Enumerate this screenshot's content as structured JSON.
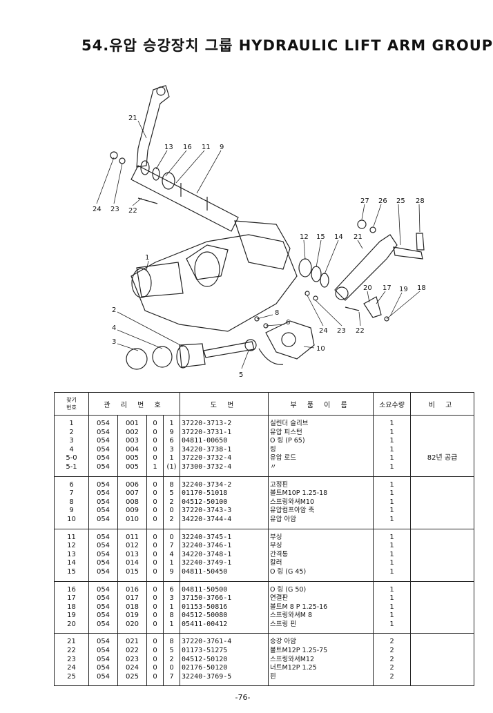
{
  "title": "54.유압 승강장치 그룹 HYDRAULIC LIFT ARM GROUP",
  "callouts": [
    "21",
    "13",
    "16",
    "11",
    "9",
    "24",
    "23",
    "22",
    "27",
    "26",
    "25",
    "28",
    "12",
    "15",
    "14",
    "21",
    "1",
    "20",
    "17",
    "19",
    "18",
    "2",
    "8",
    "6",
    "4",
    "24",
    "23",
    "22",
    "3",
    "10",
    "5"
  ],
  "table": {
    "headers": {
      "ref": [
        "찾기",
        "번호"
      ],
      "mgmt": "관 리 번 호",
      "drawing": "도 번",
      "name": "부 품 이 름",
      "qty": "소요수량",
      "remark": "비 고"
    },
    "groups": [
      [
        {
          "ref": "1",
          "m1": "054",
          "m2": "001",
          "m3": "0",
          "m4": "1",
          "dwg": "37220-3713-2",
          "name": "실린더 슬리브",
          "qty": "1",
          "remark": ""
        },
        {
          "ref": "2",
          "m1": "054",
          "m2": "002",
          "m3": "0",
          "m4": "9",
          "dwg": "37220-3731-1",
          "name": "유압 피스턴",
          "qty": "1",
          "remark": ""
        },
        {
          "ref": "3",
          "m1": "054",
          "m2": "003",
          "m3": "0",
          "m4": "6",
          "dwg": "04811-00650",
          "name": "O 링 (P 65)",
          "qty": "1",
          "remark": ""
        },
        {
          "ref": "4",
          "m1": "054",
          "m2": "004",
          "m3": "0",
          "m4": "3",
          "dwg": "34220-3738-1",
          "name": "링",
          "qty": "1",
          "remark": ""
        },
        {
          "ref": "5-0",
          "m1": "054",
          "m2": "005",
          "m3": "0",
          "m4": "1",
          "dwg": "37220-3732-4",
          "name": "유압 로드",
          "qty": "1",
          "remark": "82년 공급"
        },
        {
          "ref": "5-1",
          "m1": "054",
          "m2": "005",
          "m3": "1",
          "m4": "(1)",
          "dwg": "37300-3732-4",
          "name": "〃",
          "qty": "1",
          "remark": ""
        }
      ],
      [
        {
          "ref": "6",
          "m1": "054",
          "m2": "006",
          "m3": "0",
          "m4": "8",
          "dwg": "32240-3734-2",
          "name": "고정핀",
          "qty": "1",
          "remark": ""
        },
        {
          "ref": "7",
          "m1": "054",
          "m2": "007",
          "m3": "0",
          "m4": "5",
          "dwg": "01170-51018",
          "name": "볼트M10P 1.25-18",
          "qty": "1",
          "remark": ""
        },
        {
          "ref": "8",
          "m1": "054",
          "m2": "008",
          "m3": "0",
          "m4": "2",
          "dwg": "04512-50100",
          "name": "스프링와셔M10",
          "qty": "1",
          "remark": ""
        },
        {
          "ref": "9",
          "m1": "054",
          "m2": "009",
          "m3": "0",
          "m4": "0",
          "dwg": "37220-3743-3",
          "name": "유압컴프아암 축",
          "qty": "1",
          "remark": ""
        },
        {
          "ref": "10",
          "m1": "054",
          "m2": "010",
          "m3": "0",
          "m4": "2",
          "dwg": "34220-3744-4",
          "name": "유압 아암",
          "qty": "1",
          "remark": ""
        }
      ],
      [
        {
          "ref": "11",
          "m1": "054",
          "m2": "011",
          "m3": "0",
          "m4": "0",
          "dwg": "32240-3745-1",
          "name": "부싱",
          "qty": "1",
          "remark": ""
        },
        {
          "ref": "12",
          "m1": "054",
          "m2": "012",
          "m3": "0",
          "m4": "7",
          "dwg": "32240-3746-1",
          "name": "부싱",
          "qty": "1",
          "remark": ""
        },
        {
          "ref": "13",
          "m1": "054",
          "m2": "013",
          "m3": "0",
          "m4": "4",
          "dwg": "34220-3748-1",
          "name": "간격통",
          "qty": "1",
          "remark": ""
        },
        {
          "ref": "14",
          "m1": "054",
          "m2": "014",
          "m3": "0",
          "m4": "1",
          "dwg": "32240-3749-1",
          "name": "칼러",
          "qty": "1",
          "remark": ""
        },
        {
          "ref": "15",
          "m1": "054",
          "m2": "015",
          "m3": "0",
          "m4": "9",
          "dwg": "04811-50450",
          "name": "O 링 (G 45)",
          "qty": "1",
          "remark": ""
        }
      ],
      [
        {
          "ref": "16",
          "m1": "054",
          "m2": "016",
          "m3": "0",
          "m4": "6",
          "dwg": "04811-50500",
          "name": "O 링 (G 50)",
          "qty": "1",
          "remark": ""
        },
        {
          "ref": "17",
          "m1": "054",
          "m2": "017",
          "m3": "0",
          "m4": "3",
          "dwg": "37150-3766-1",
          "name": "연결판",
          "qty": "1",
          "remark": ""
        },
        {
          "ref": "18",
          "m1": "054",
          "m2": "018",
          "m3": "0",
          "m4": "1",
          "dwg": "01153-50816",
          "name": "볼트M 8 P 1.25-16",
          "qty": "1",
          "remark": ""
        },
        {
          "ref": "19",
          "m1": "054",
          "m2": "019",
          "m3": "0",
          "m4": "8",
          "dwg": "04512-50080",
          "name": "스프링와셔M 8",
          "qty": "1",
          "remark": ""
        },
        {
          "ref": "20",
          "m1": "054",
          "m2": "020",
          "m3": "0",
          "m4": "1",
          "dwg": "05411-00412",
          "name": "스프링 핀",
          "qty": "1",
          "remark": ""
        }
      ],
      [
        {
          "ref": "21",
          "m1": "054",
          "m2": "021",
          "m3": "0",
          "m4": "8",
          "dwg": "37220-3761-4",
          "name": "승강 아암",
          "qty": "2",
          "remark": ""
        },
        {
          "ref": "22",
          "m1": "054",
          "m2": "022",
          "m3": "0",
          "m4": "5",
          "dwg": "01173-51275",
          "name": "볼트M12P 1.25-75",
          "qty": "2",
          "remark": ""
        },
        {
          "ref": "23",
          "m1": "054",
          "m2": "023",
          "m3": "0",
          "m4": "2",
          "dwg": "04512-50120",
          "name": "스프링와셔M12",
          "qty": "2",
          "remark": ""
        },
        {
          "ref": "24",
          "m1": "054",
          "m2": "024",
          "m3": "0",
          "m4": "0",
          "dwg": "02176-50120",
          "name": "너트M12P 1.25",
          "qty": "2",
          "remark": ""
        },
        {
          "ref": "25",
          "m1": "054",
          "m2": "025",
          "m3": "0",
          "m4": "7",
          "dwg": "32240-3769-5",
          "name": "핀",
          "qty": "2",
          "remark": ""
        }
      ]
    ]
  },
  "page_number": "-76-"
}
